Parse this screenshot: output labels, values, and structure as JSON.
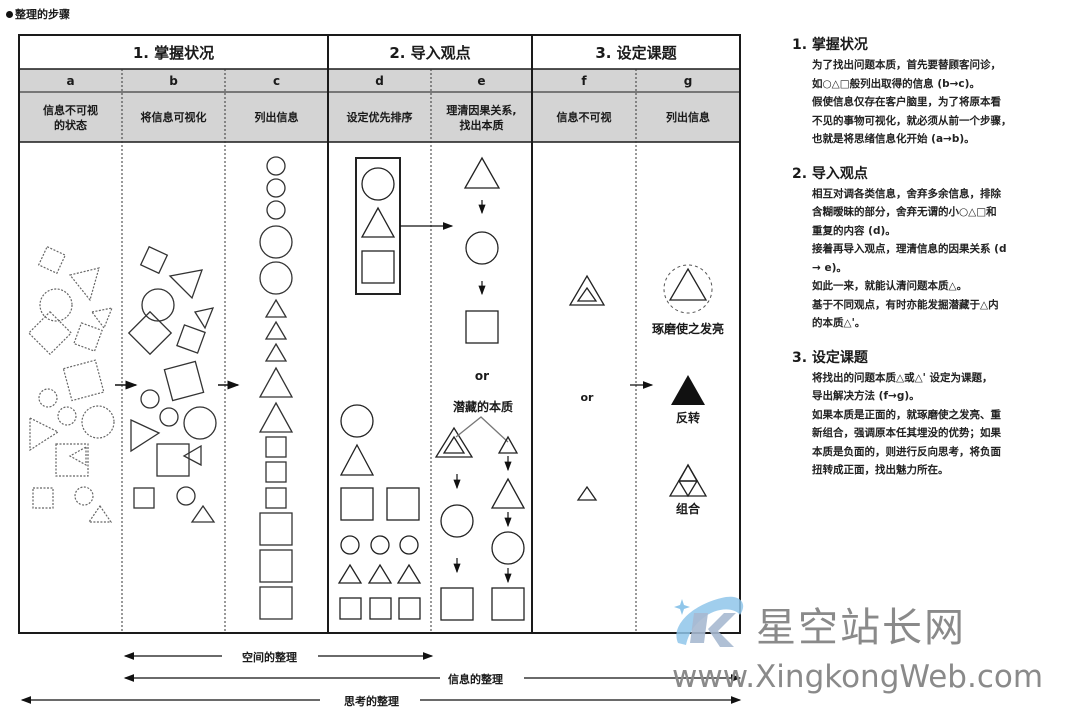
{
  "title": "整理的步骤",
  "table": {
    "sections": [
      {
        "label": "1. 掌握状况"
      },
      {
        "label": "2. 导入观点"
      },
      {
        "label": "3. 设定课题"
      }
    ],
    "columns": [
      {
        "letter": "a",
        "desc_line1": "信息不可视",
        "desc_line2": "的状态"
      },
      {
        "letter": "b",
        "desc_line1": "将信息可视化",
        "desc_line2": ""
      },
      {
        "letter": "c",
        "desc_line1": "列出信息",
        "desc_line2": ""
      },
      {
        "letter": "d",
        "desc_line1": "设定优先排序",
        "desc_line2": ""
      },
      {
        "letter": "e",
        "desc_line1": "理清因果关系,",
        "desc_line2": "找出本质"
      },
      {
        "letter": "f",
        "desc_line1": "信息不可视",
        "desc_line2": ""
      },
      {
        "letter": "g",
        "desc_line1": "列出信息",
        "desc_line2": ""
      }
    ],
    "column_e": {
      "or_label": "or",
      "hidden_essence_label": "潜藏的本质"
    },
    "column_f": {
      "or_label": "or"
    },
    "column_g": {
      "polish_label": "琢磨使之发亮",
      "reverse_label": "反转",
      "combine_label": "组合"
    }
  },
  "bottom_ranges": [
    {
      "label": "空间的整理",
      "from": "b",
      "to": "e"
    },
    {
      "label": "信息的整理",
      "from": "b",
      "to": "g"
    },
    {
      "label": "思考的整理",
      "from": "a",
      "to": "g"
    }
  ],
  "notes": [
    {
      "heading": "1. 掌握状况",
      "lines": [
        "为了找出问题本质，首先要替顾客问诊，",
        "如○△□般列出取得的信息 (b→c)。",
        "假使信息仅存在客户脑里，为了将原本看",
        "不见的事物可视化，就必须从前一个步骤，",
        "也就是将思绪信息化开始 (a→b)。"
      ]
    },
    {
      "heading": "2. 导入观点",
      "lines": [
        "相互对调各类信息，舍弃多余信息，排除",
        "含糊暧昧的部分，舍弃无谓的小○△□和",
        "重复的内容 (d)。",
        "接着再导入观点，理清信息的因果关系 (d",
        "→ e)。",
        "如此一来，就能认清问题本质△。",
        "基于不同观点，有时亦能发掘潜藏于△内",
        "的本质△'。"
      ]
    },
    {
      "heading": "3. 设定课题",
      "lines": [
        "将找出的问题本质△或△' 设定为课题，",
        "导出解决方法 (f→g)。",
        "如果本质是正面的，就琢磨使之发亮、重",
        "新组合，强调原本任其埋没的优势；如果",
        "本质是负面的，则进行反向思考，将负面",
        "扭转成正面，找出魅力所在。"
      ]
    }
  ],
  "watermark": {
    "cn": "星空站长网",
    "en": "www.XingkongWeb.com"
  },
  "colors": {
    "header_gray": "#d4d4d4",
    "line": "#1a1a1a",
    "watermark_gray": "#8a8a8a",
    "logo_blue": "#8fc6ea",
    "logo_steel": "#a7b9d0"
  }
}
